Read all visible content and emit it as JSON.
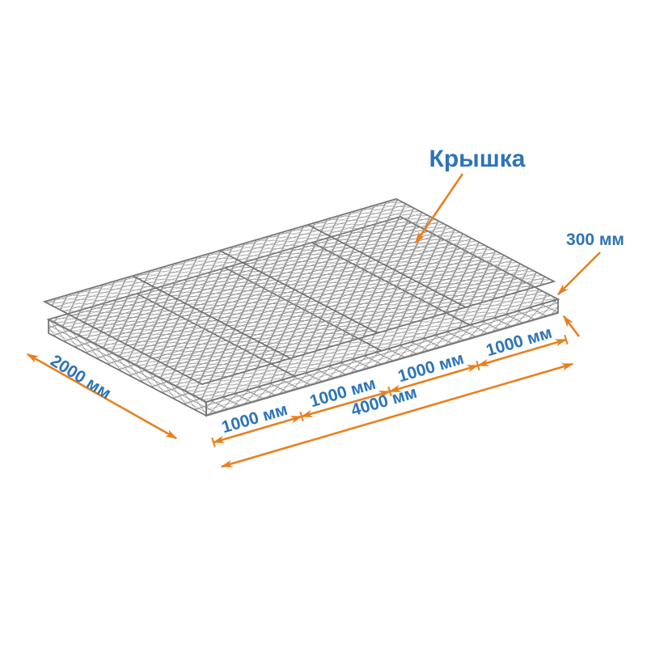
{
  "diagram": {
    "object_name": "gabion-mattress-with-mesh-lid",
    "title_label": "Крышка",
    "dims": {
      "height": "300 мм",
      "width": "2000 мм",
      "segments": [
        "1000 мм",
        "1000 мм",
        "1000 мм",
        "1000 мм"
      ],
      "length_total": "4000 мм"
    }
  },
  "colors": {
    "dimension_orange": "#E8801F",
    "label_blue": "#2D74B8",
    "mesh_gray": "#8D8D8D",
    "background": "#FFFFFF"
  }
}
